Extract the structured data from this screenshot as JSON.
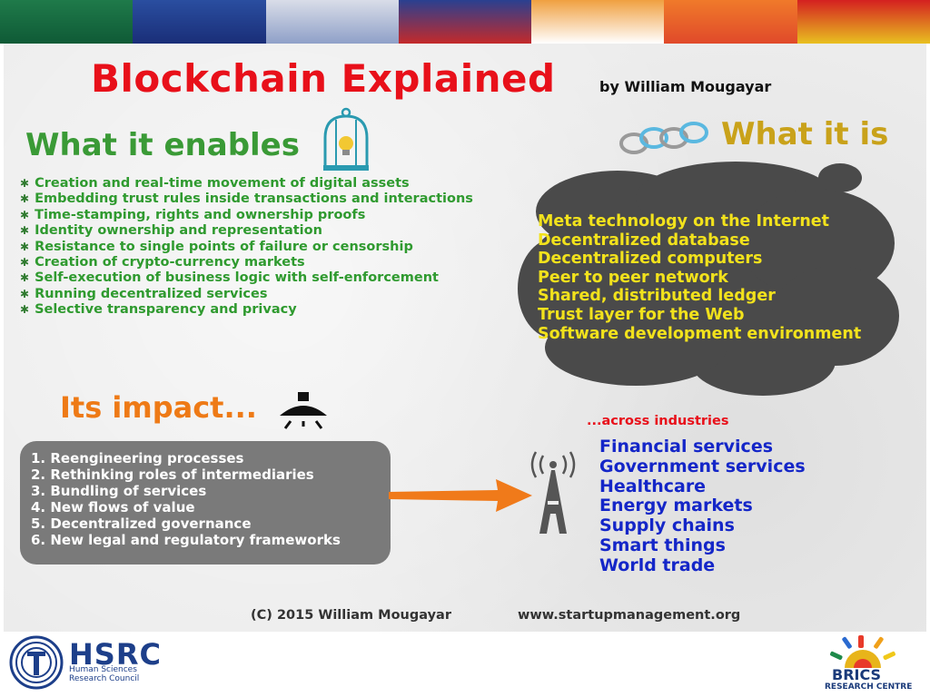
{
  "header": {
    "title": "Blockchain Explained",
    "byline": "by William Mougayar"
  },
  "enables": {
    "heading": "What it enables",
    "icon": "birdcage-lightbulb-icon",
    "items": [
      "Creation and real-time movement of digital assets",
      "Embedding trust rules inside transactions and interactions",
      "Time-stamping, rights and ownership proofs",
      "Identity ownership and representation",
      "Resistance to single points of failure or censorship",
      "Creation of crypto-currency markets",
      "Self-execution of business logic with self-enforcement",
      "Running decentralized services",
      "Selective transparency and privacy"
    ]
  },
  "what_it_is": {
    "heading": "What it is",
    "icon": "chain-rings-icon",
    "items": [
      "Meta technology on the Internet",
      "Decentralized database",
      "Decentralized computers",
      "Peer to peer network",
      "Shared, distributed ledger",
      "Trust layer for the Web",
      "Software development environment"
    ]
  },
  "impact": {
    "heading": "Its impact...",
    "icon": "lamp-icon",
    "items": [
      "1. Reengineering processes",
      "2. Rethinking roles of intermediaries",
      "3. Bundling of services",
      "4. New flows of value",
      "5. Decentralized governance",
      "6. New legal and regulatory frameworks"
    ]
  },
  "industries": {
    "heading": "...across industries",
    "icon": "broadcast-tower-icon",
    "items": [
      "Financial services",
      "Government services",
      "Healthcare",
      "Energy markets",
      "Supply chains",
      "Smart things",
      "World trade"
    ]
  },
  "footer": {
    "copyright": "(C) 2015 William Mougayar",
    "website": "www.startupmanagement.org"
  },
  "logos": {
    "hsrc": {
      "name": "HSRC",
      "subtitle": [
        "Human Sciences",
        "Research Council"
      ]
    },
    "brics": {
      "name": "BRICS",
      "subtitle": "RESEARCH CENTRE"
    }
  },
  "colors": {
    "title": "#e8101a",
    "enables": "#3a9a36",
    "what_it_is": "#c9a21a",
    "cloud": "#4a4a4a",
    "cloud_text": "#f2e21c",
    "impact": "#ee7a16",
    "industries": "#1426c8"
  }
}
